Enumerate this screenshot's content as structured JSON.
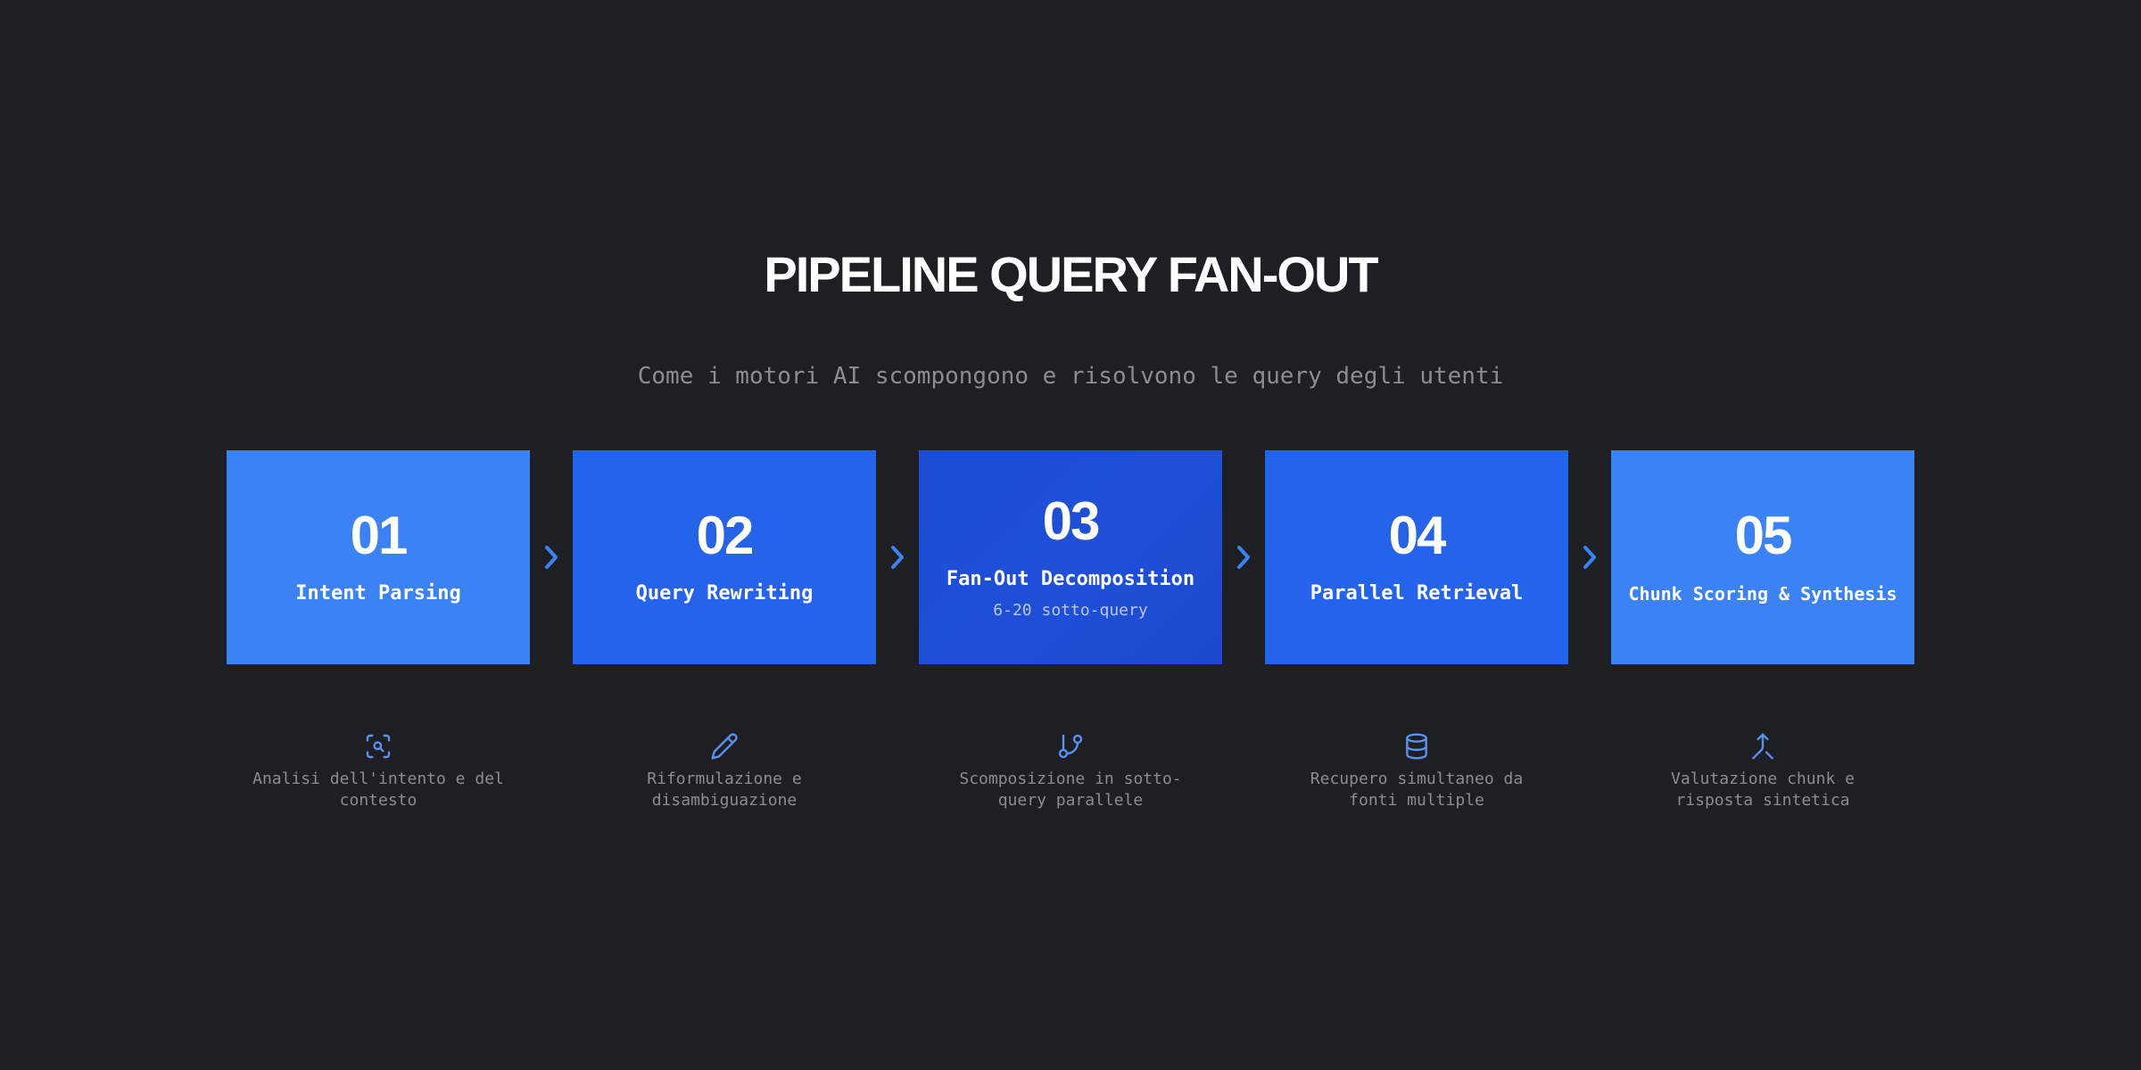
{
  "title": "PIPELINE QUERY FAN-OUT",
  "subtitle": "Come i motori AI scompongono e risolvono le query degli utenti",
  "colors": {
    "background": "#1d1f23",
    "step_light": "#3b82f6",
    "step_mid": "#2563eb",
    "step_dark": "#1d4ed8",
    "arrow": "#3b82f6",
    "icon": "#5b8ff0",
    "muted_text": "#8a8d92"
  },
  "steps": [
    {
      "number": "01",
      "label": "Intent Parsing",
      "sublabel": "",
      "icon": "scan-search-icon",
      "description": "Analisi dell'intento e del contesto"
    },
    {
      "number": "02",
      "label": "Query Rewriting",
      "sublabel": "",
      "icon": "pencil-icon",
      "description": "Riformulazione e disambiguazione"
    },
    {
      "number": "03",
      "label": "Fan-Out Decomposition",
      "sublabel": "6-20 sotto-query",
      "icon": "git-branch-icon",
      "description": "Scomposizione in sotto-query parallele"
    },
    {
      "number": "04",
      "label": "Parallel Retrieval",
      "sublabel": "",
      "icon": "database-icon",
      "description": "Recupero simultaneo da fonti multiple"
    },
    {
      "number": "05",
      "label": "Chunk Scoring & Synthesis",
      "sublabel": "",
      "icon": "merge-icon",
      "description": "Valutazione chunk e risposta sintetica"
    }
  ]
}
